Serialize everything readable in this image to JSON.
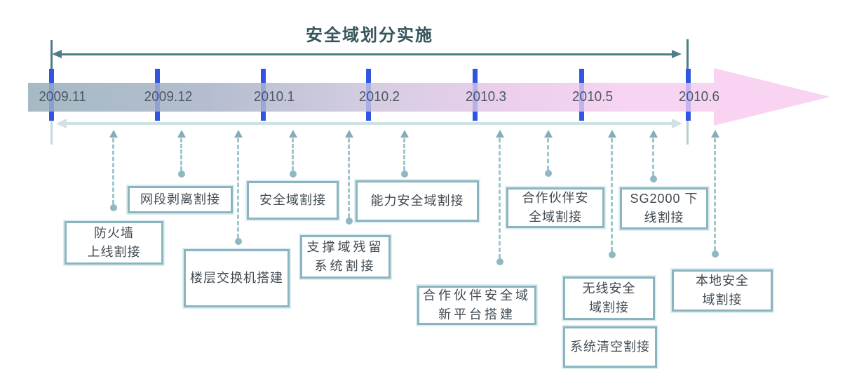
{
  "title": "安全域划分实施",
  "timeline": {
    "dates": [
      "2009.11",
      "2009.12",
      "2010.1",
      "2010.2",
      "2010.3",
      "2010.5",
      "2010.6"
    ]
  },
  "milestones": [
    {
      "id": "firewall-online-cutover",
      "label": "防火墙\n上线割接"
    },
    {
      "id": "network-segment-separation-cutover",
      "label": "网段剥离割接"
    },
    {
      "id": "floor-switch-setup",
      "label": "楼层交换机搭建"
    },
    {
      "id": "security-domain-cutover",
      "label": "安全域割接"
    },
    {
      "id": "support-domain-residual-system-cutover",
      "label": "支撑域残留\n系统割接"
    },
    {
      "id": "capability-security-domain-cutover",
      "label": "能力安全域割接"
    },
    {
      "id": "partner-security-domain-new-platform-setup",
      "label": "合作伙伴安全域\n新平台搭建"
    },
    {
      "id": "partner-security-domain-cutover",
      "label": "合作伙伴安\n全域割接"
    },
    {
      "id": "wireless-security-domain-cutover",
      "label": "无线安全\n域割接"
    },
    {
      "id": "system-clearing-cutover",
      "label": "系统清空割接"
    },
    {
      "id": "sg2000-offline-cutover",
      "label": "SG2000 下\n线割接"
    },
    {
      "id": "local-security-domain-cutover",
      "label": "本地安全\n域割接"
    }
  ],
  "colors": {
    "title_text": "#36545c",
    "span_arrow": "#4e7d87",
    "band_left": "#a6bac5",
    "band_middle": "#d5cde1",
    "band_right_pink": "#f7d4f2",
    "tick_blue": "#2f55e2",
    "pale_arrow": "#cfe2e6",
    "connector_teal": "#8fb8c2",
    "box_border": "#8ab5c0",
    "box_text": "#3f4a52"
  }
}
